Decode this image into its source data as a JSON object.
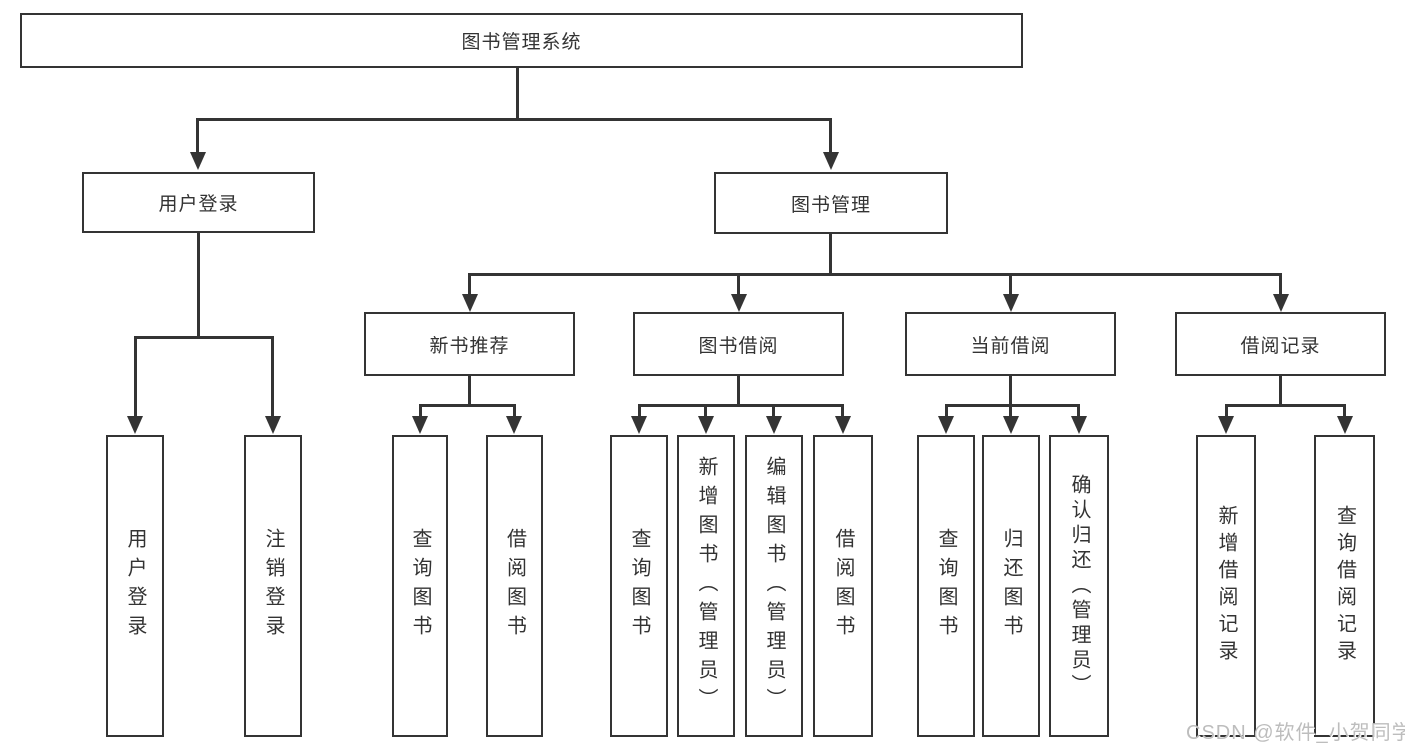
{
  "tree": {
    "root": {
      "label": "图书管理系统",
      "children": [
        {
          "label": "用户登录",
          "children": [
            {
              "label": "用户登录"
            },
            {
              "label": "注销登录"
            }
          ]
        },
        {
          "label": "图书管理",
          "children": [
            {
              "label": "新书推荐",
              "children": [
                {
                  "label": "查询图书"
                },
                {
                  "label": "借阅图书"
                }
              ]
            },
            {
              "label": "图书借阅",
              "children": [
                {
                  "label": "查询图书"
                },
                {
                  "label": "新增图书（管理员）"
                },
                {
                  "label": "编辑图书（管理员）"
                },
                {
                  "label": "借阅图书"
                }
              ]
            },
            {
              "label": "当前借阅",
              "children": [
                {
                  "label": "查询图书"
                },
                {
                  "label": "归还图书"
                },
                {
                  "label": "确认归还（管理员）"
                }
              ]
            },
            {
              "label": "借阅记录",
              "children": [
                {
                  "label": "新增借阅记录"
                },
                {
                  "label": "查询借阅记录"
                }
              ]
            }
          ]
        }
      ]
    }
  },
  "watermark": {
    "text": "CSDN @软件_小贺同学"
  },
  "colors": {
    "line": "#343434",
    "text": "#333333",
    "background": "#ffffff",
    "watermark": "#bdbdbd"
  }
}
